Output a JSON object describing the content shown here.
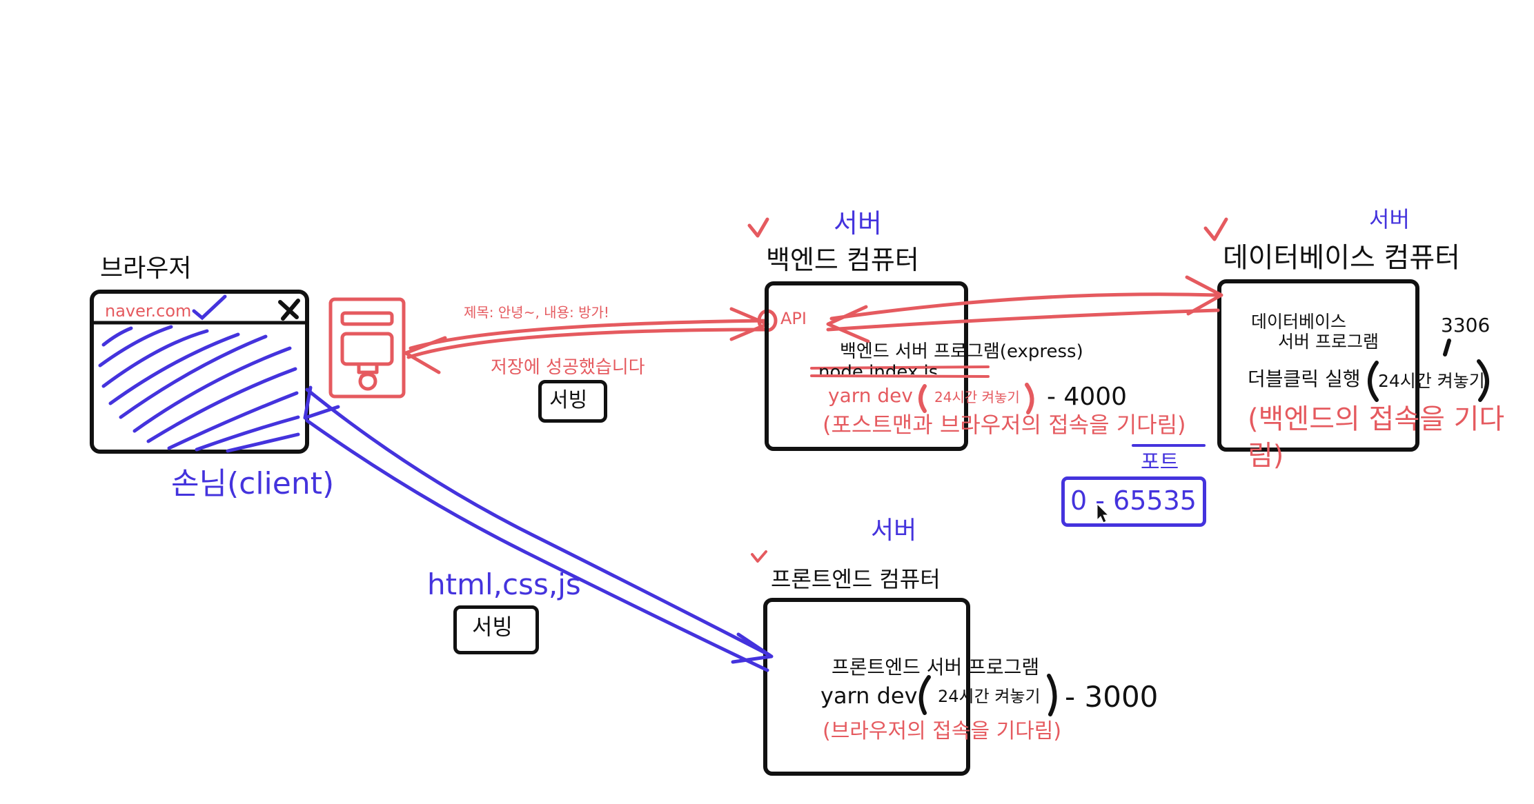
{
  "colors": {
    "ink": "#111111",
    "red": "#e55a5f",
    "blue": "#4433dd",
    "background": "#ffffff"
  },
  "browser": {
    "title": "브라우저",
    "url": "naver.com",
    "close_mark": "x-icon",
    "caption": "손님(client)"
  },
  "postman": {
    "icon": "postman-phone-icon"
  },
  "request": {
    "payload": "제목: 안녕~, 내용: 방가!",
    "response": "저장에 성공했습니다",
    "serving_label": "서빙"
  },
  "backend": {
    "server_tag": "서버",
    "title": "백엔드 컴퓨터",
    "api_label": "API",
    "program": "백엔드 서버 프로그램(express)",
    "struck_text": "node index.js",
    "command": "yarn dev",
    "always_on": "24시간 켜놓기",
    "port_suffix": "- 4000",
    "waiting": "(포스트맨과 브라우저의 접속을 기다림)"
  },
  "database": {
    "server_tag": "서버",
    "title": "데이터베이스 컴퓨터",
    "program_line1": "데이터베이스",
    "program_line2": "서버 프로그램",
    "run": "더블클릭 실행",
    "always_on": "24시간 켜놓기",
    "port": "3306",
    "waiting_line1": "(백엔드의 접속을 기다",
    "waiting_line2": "림)"
  },
  "port_note": {
    "label": "포트",
    "range": "0 - 65535"
  },
  "frontend": {
    "server_tag": "서버",
    "title": "프론트엔드 컴퓨터",
    "program": "프론트엔드 서버 프로그램",
    "command": "yarn dev",
    "always_on": "24시간 켜놓기",
    "port_suffix": "- 3000",
    "waiting": "(브라우저의 접속을 기다림)"
  },
  "frontend_link": {
    "assets": "html,css,js",
    "serving_label": "서빙"
  }
}
